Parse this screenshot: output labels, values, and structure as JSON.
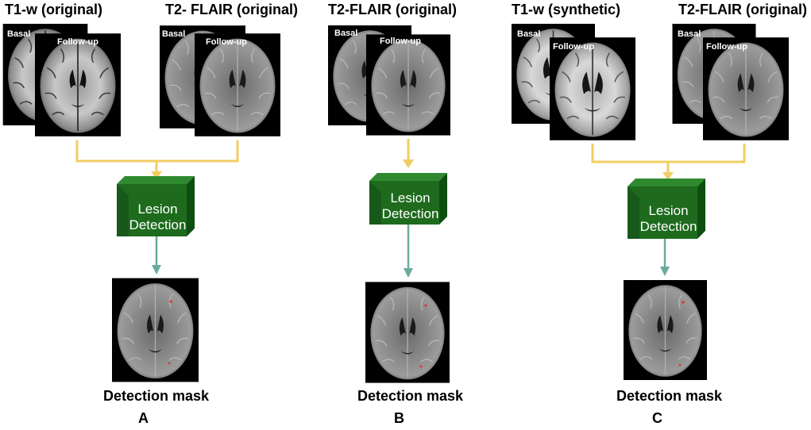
{
  "panels": [
    {
      "letter": "A",
      "inputs": [
        {
          "title": "T1-w (original)",
          "basal_tag": "Basal",
          "followup_tag": "Follow-up",
          "modality": "t1"
        },
        {
          "title": "T2- FLAIR (original)",
          "basal_tag": "Basal",
          "followup_tag": "Follow-up",
          "modality": "flair"
        }
      ],
      "process": {
        "line1": "Lesion",
        "line2": "Detection"
      },
      "output_label": "Detection mask"
    },
    {
      "letter": "B",
      "inputs": [
        {
          "title": "T2-FLAIR (original)",
          "basal_tag": "Basal",
          "followup_tag": "Follow-up",
          "modality": "flair"
        }
      ],
      "process": {
        "line1": "Lesion",
        "line2": "Detection"
      },
      "output_label": "Detection mask"
    },
    {
      "letter": "C",
      "inputs": [
        {
          "title": "T1-w (synthetic)",
          "basal_tag": "Basal",
          "followup_tag": "Follow-up",
          "modality": "t1-synthetic"
        },
        {
          "title": "T2-FLAIR (original)",
          "basal_tag": "Basal",
          "followup_tag": "Follow-up",
          "modality": "flair"
        }
      ],
      "process": {
        "line1": "Lesion",
        "line2": "Detection"
      },
      "output_label": "Detection mask"
    }
  ],
  "colors": {
    "input_connector": "#f2cd63",
    "output_arrow": "#6aab9c",
    "process_front": "#1e6b1e",
    "process_side": "#0e4e10",
    "process_top": "#2f8a2f",
    "lesion": "#e0332b",
    "scan_background": "#000000"
  }
}
